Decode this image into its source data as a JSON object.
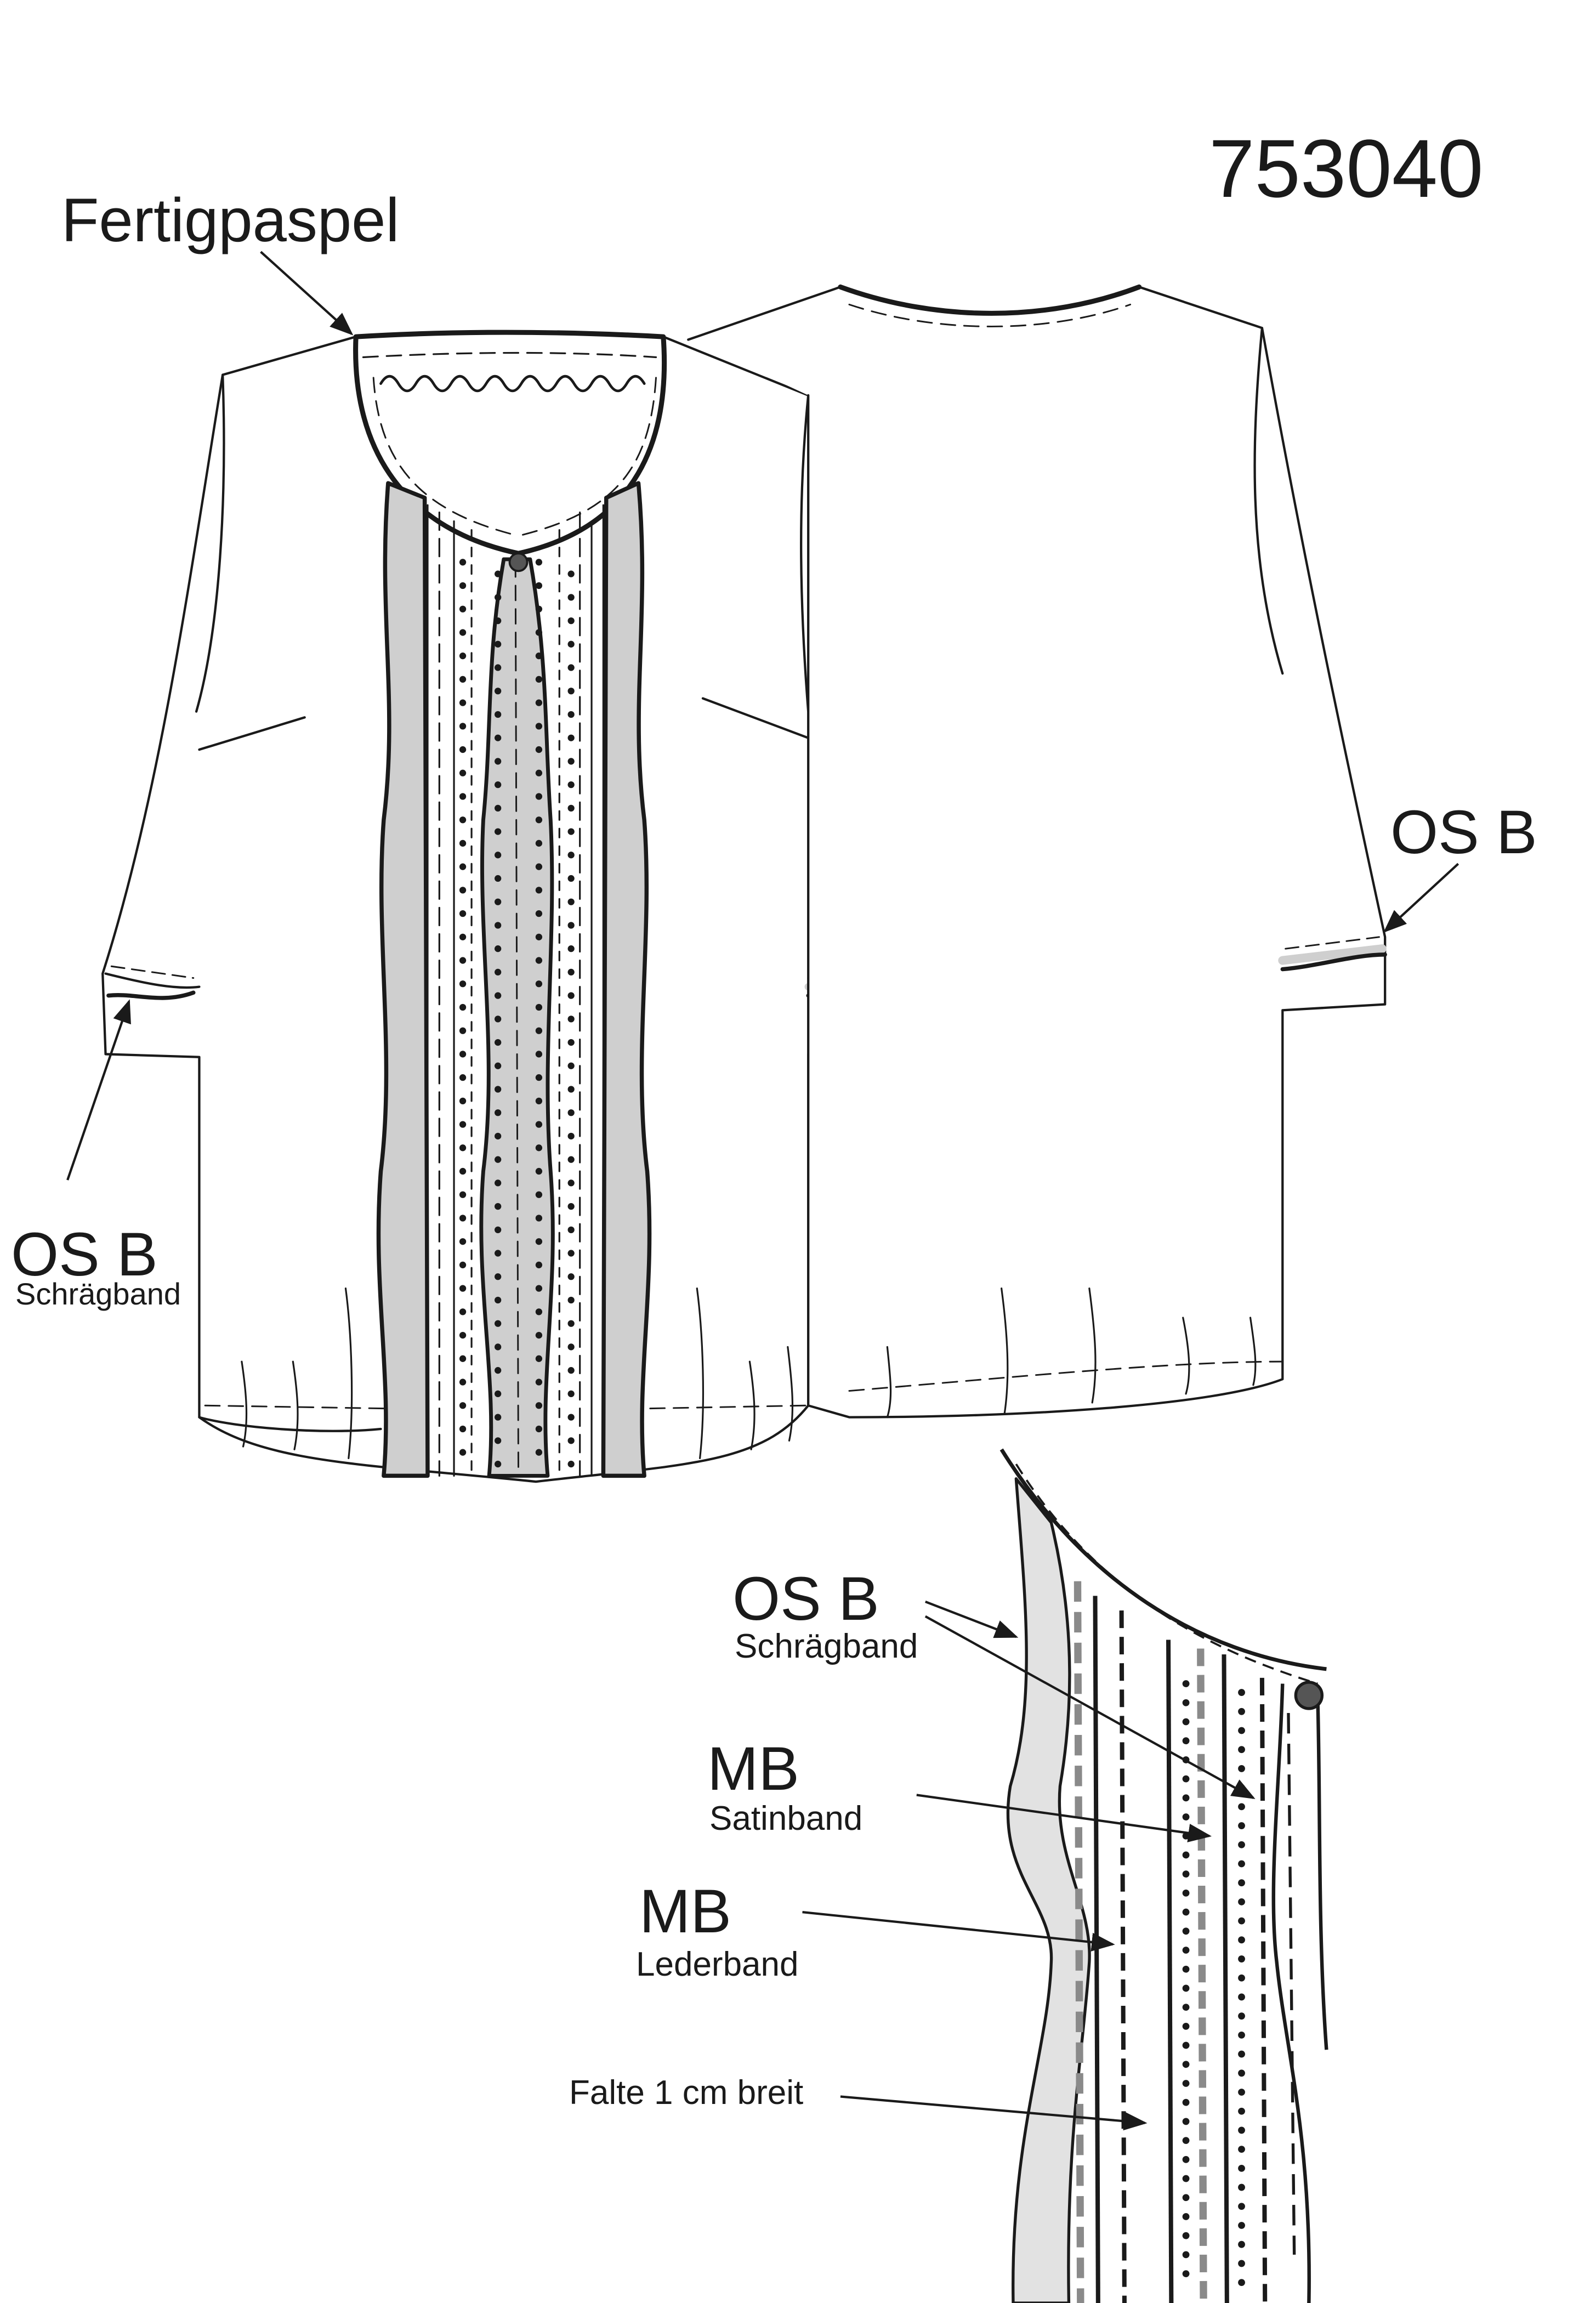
{
  "article_number": "753040",
  "labels": {
    "fertigpaspel": "Fertigpaspel",
    "osb_back": "OS B",
    "osb_front": "OS B",
    "osb_front_sub": "Schrägband",
    "detail_osb": "OS B",
    "detail_osb_sub": "Schrägband",
    "detail_mb1": "MB",
    "detail_mb1_sub": "Satinband",
    "detail_mb2": "MB",
    "detail_mb2_sub": "Lederband",
    "detail_falte": "Falte 1 cm breit"
  },
  "colors": {
    "line": "#1a1a1a",
    "tape": "#cfcfcf",
    "paper": "#ffffff"
  }
}
